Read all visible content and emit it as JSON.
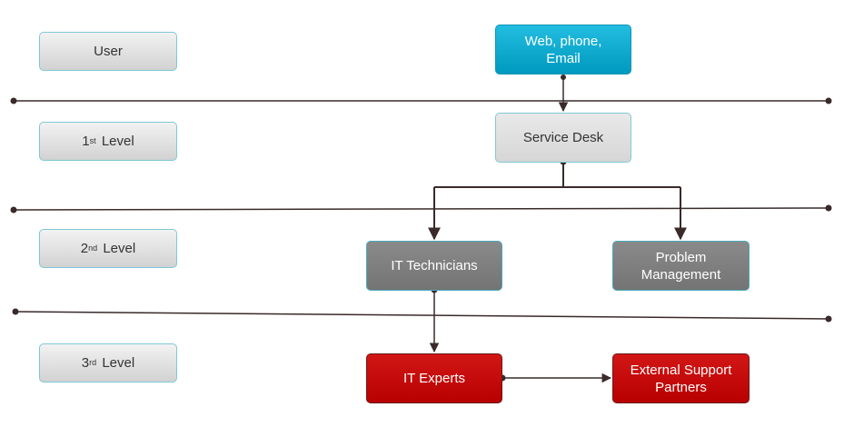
{
  "levels": [
    {
      "base": "User",
      "sup": "",
      "rest": ""
    },
    {
      "base": "1",
      "sup": "st",
      "rest": "Level"
    },
    {
      "base": "2",
      "sup": "nd",
      "rest": "Level"
    },
    {
      "base": "3",
      "sup": "rd",
      "rest": "Level"
    }
  ],
  "nodes": {
    "channels": {
      "line1": "Web, phone,",
      "line2": "Email"
    },
    "service_desk": {
      "label": "Service Desk"
    },
    "it_technicians": {
      "label": "IT Technicians"
    },
    "problem_management": {
      "line1": "Problem",
      "line2": "Management"
    },
    "it_experts": {
      "label": "IT Experts"
    },
    "external_support": {
      "line1": "External Support",
      "line2": "Partners"
    }
  },
  "colors": {
    "channel": "#00a5cc",
    "grey_box": "#7f7f7f",
    "red_box": "#c00000",
    "connector": "#3a2a2a",
    "level_border": "#7fc8d6"
  }
}
